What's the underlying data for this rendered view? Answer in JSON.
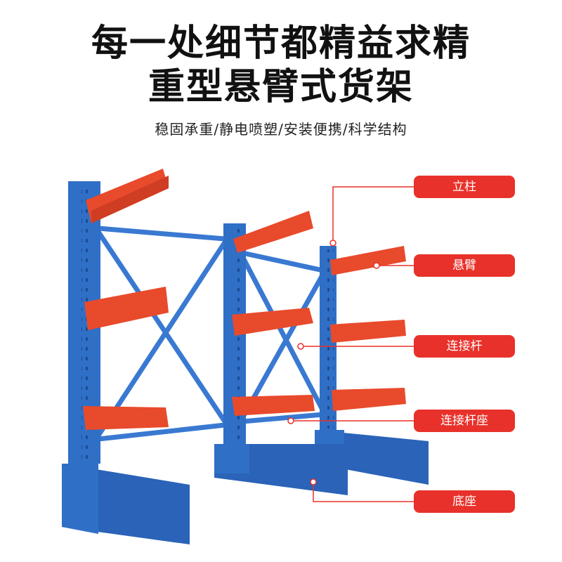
{
  "headline": {
    "line1": "每一处细节都精益求精",
    "line2": "重型悬臂式货架"
  },
  "subtitle": "稳固承重/静电喷塑/安装便携/科学结构",
  "labels": {
    "upright": "立柱",
    "cantilever_arm": "悬臂",
    "connecting_rod": "连接杆",
    "connecting_rod_seat": "连接杆座",
    "base": "底座"
  },
  "colors": {
    "upright_blue": "#2f6fc6",
    "arm_orange": "#e84a2c",
    "label_red": "#e8312a",
    "leader_line": "#e8312a"
  }
}
